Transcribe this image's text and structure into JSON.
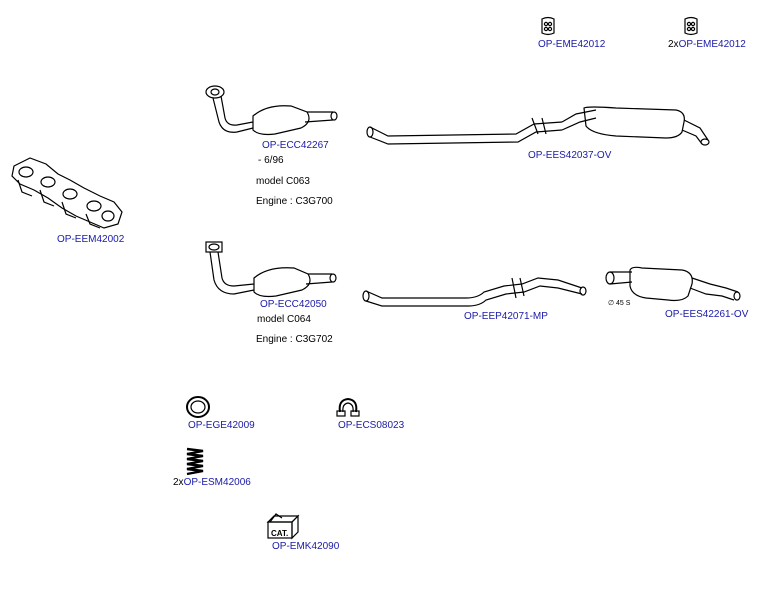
{
  "colors": {
    "part_link": "#1a1aa8",
    "text": "#000000",
    "line": "#000000",
    "background": "#ffffff"
  },
  "parts": {
    "mount_top_1": {
      "code": "OP-EME42012",
      "qty": "",
      "icon": "rubber-mount-icon"
    },
    "mount_top_2": {
      "code": "OP-EME42012",
      "qty": "2x",
      "icon": "rubber-mount-icon"
    },
    "manifold": {
      "code": "OP-EEM42002",
      "icon": "exhaust-manifold-icon"
    },
    "cat_1": {
      "code": "OP-ECC42267",
      "icon": "catalytic-converter-icon",
      "notes": [
        "- 6/96",
        "model C063",
        "Engine : C3G700"
      ]
    },
    "cat_2": {
      "code": "OP-ECC42050",
      "icon": "catalytic-converter-icon",
      "notes": [
        "model C064",
        "Engine : C3G702"
      ]
    },
    "silencer_rear": {
      "code": "OP-EES42037-OV",
      "icon": "rear-silencer-icon"
    },
    "pipe_middle": {
      "code": "OP-EEP42071-MP",
      "icon": "middle-pipe-icon"
    },
    "silencer_small": {
      "code": "OP-EES42261-OV",
      "icon": "rear-silencer-small-icon",
      "diagram_mark": "∅ 45 S"
    },
    "gasket": {
      "code": "OP-EGE42009",
      "icon": "gasket-ring-icon"
    },
    "clamp": {
      "code": "OP-ECS08023",
      "icon": "clamp-icon"
    },
    "spring": {
      "code": "OP-ESM42006",
      "qty": "2x",
      "icon": "spring-icon"
    },
    "kit": {
      "code": "OP-EMK42090",
      "icon": "mounting-kit-box-icon",
      "box_text": "CAT."
    }
  }
}
